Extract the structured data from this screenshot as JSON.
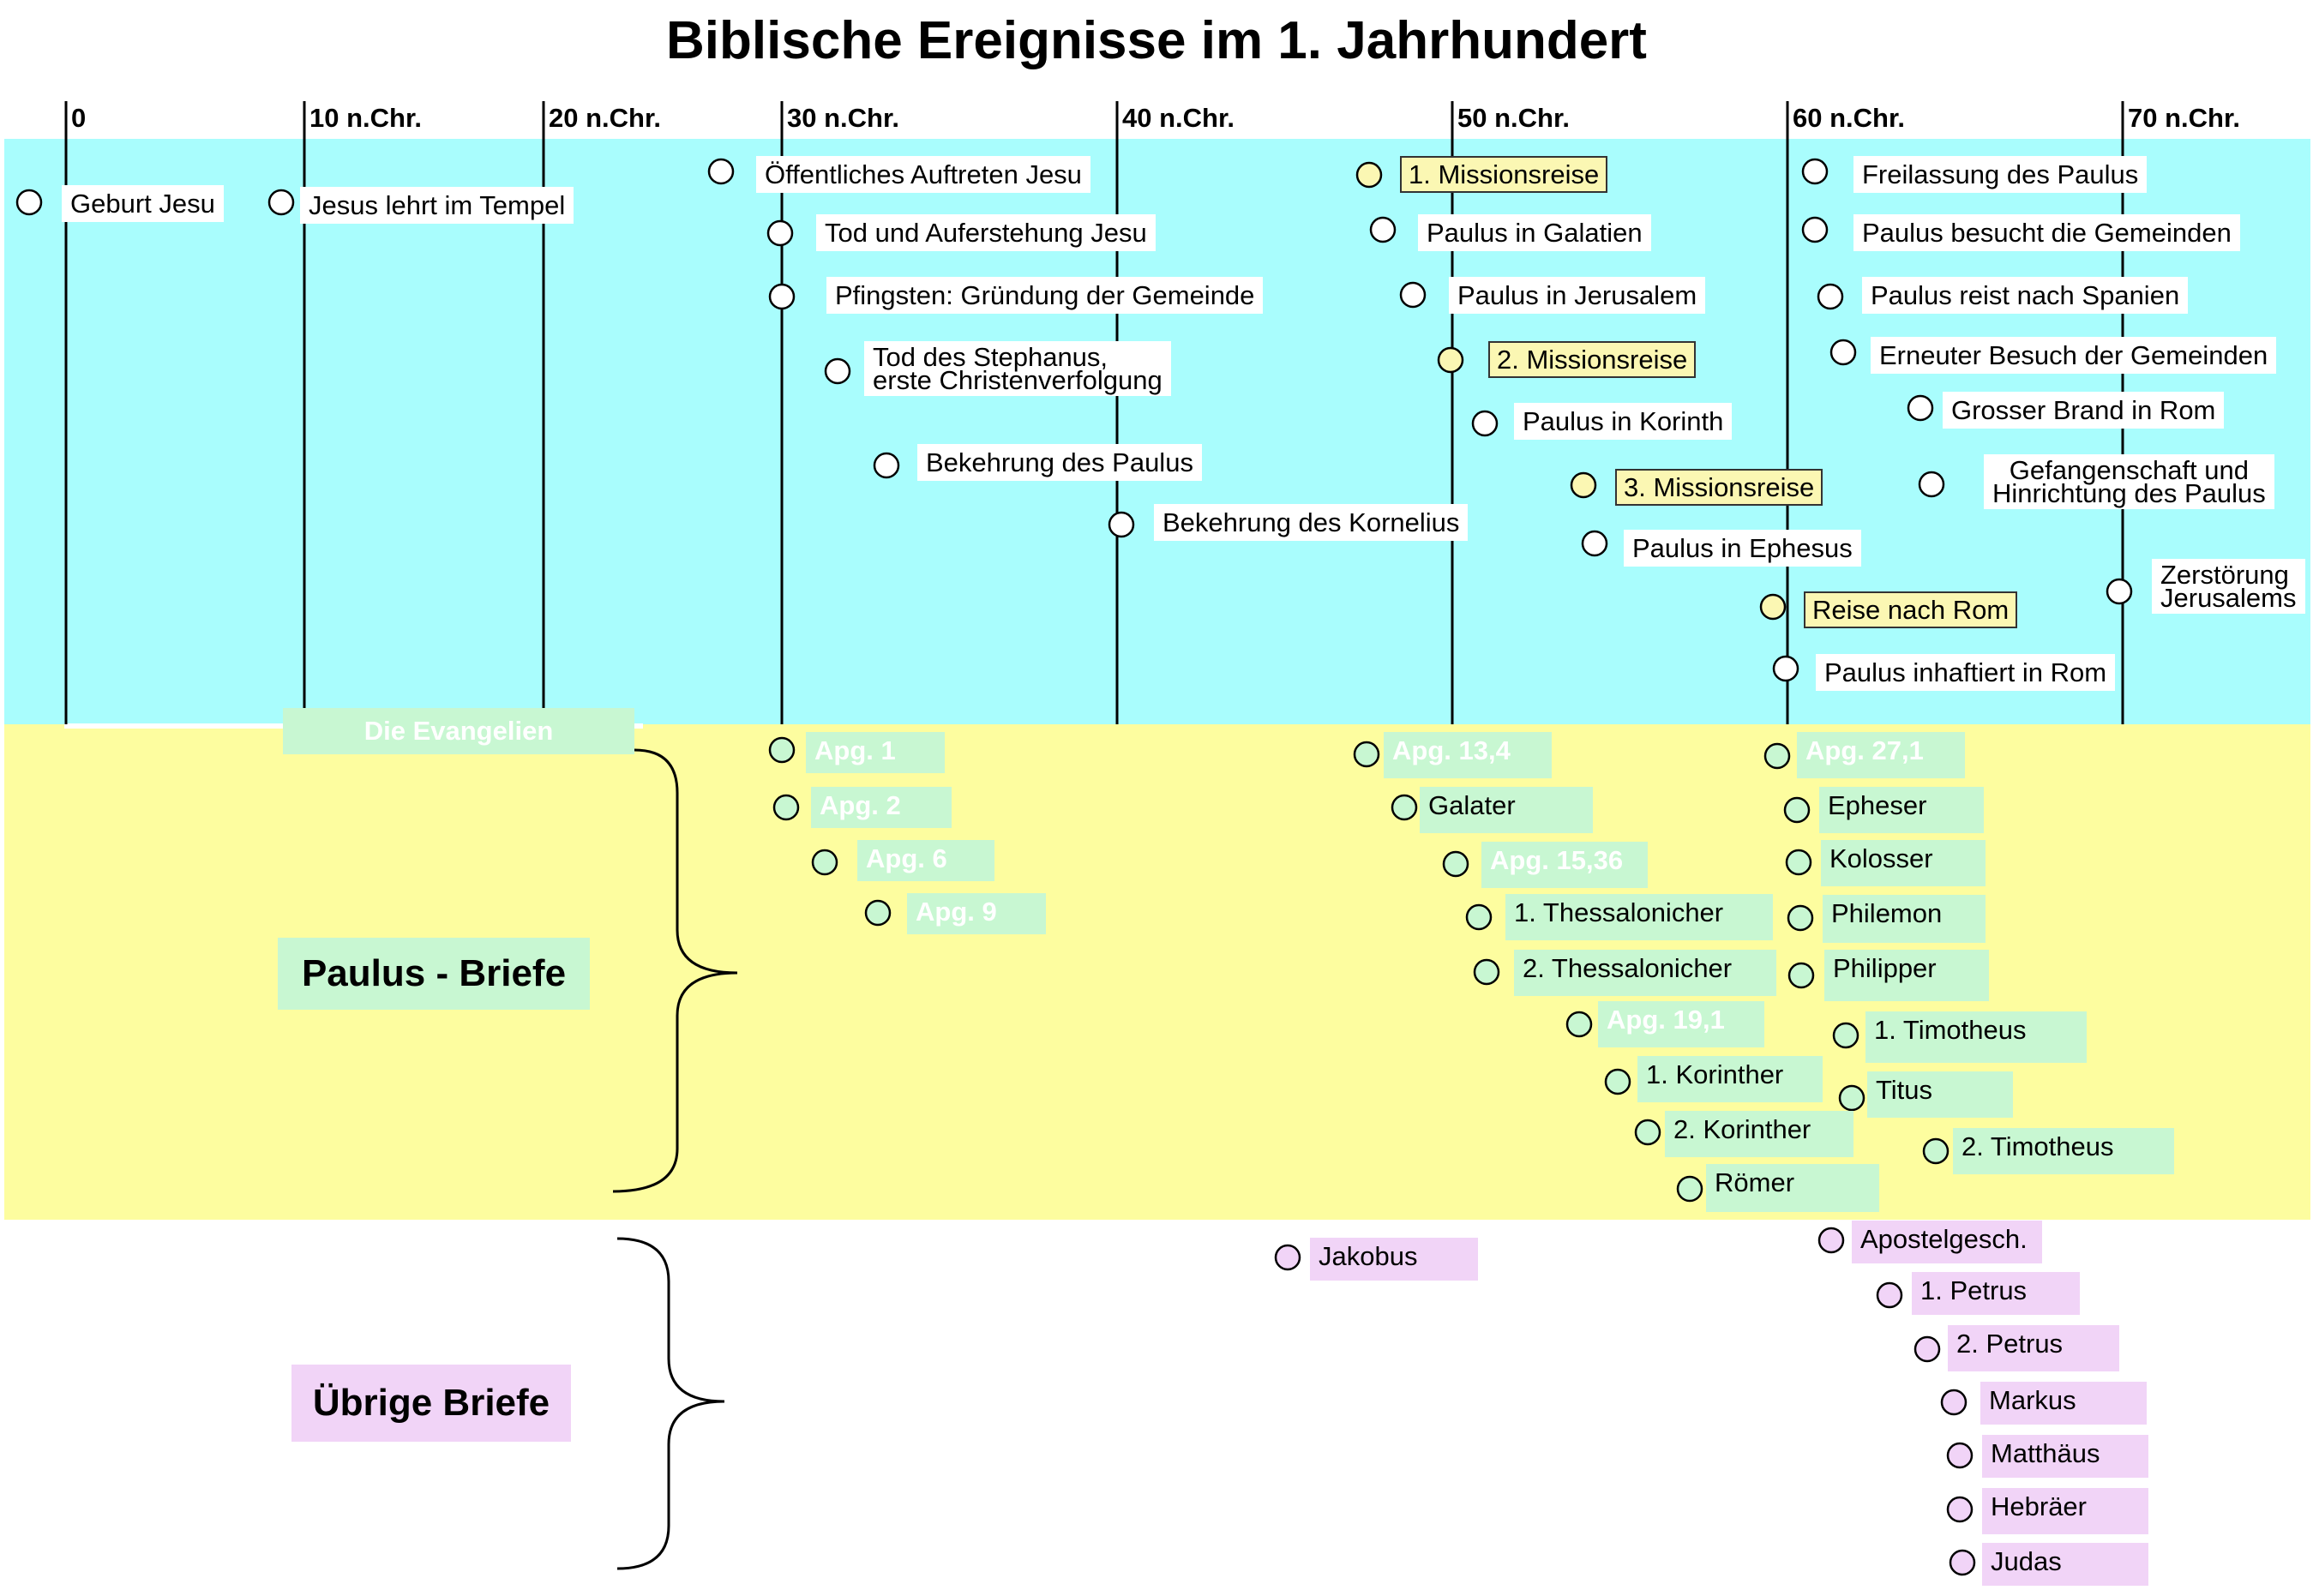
{
  "title": "Biblische Ereignisse im 1. Jahrhundert",
  "ticks": [
    "0",
    "10 n.Chr.",
    "20 n.Chr.",
    "30 n.Chr.",
    "40 n.Chr.",
    "50 n.Chr.",
    "60 n.Chr.",
    "70 n.Chr."
  ],
  "events": [
    {
      "id": "geburt",
      "text": "Geburt Jesu"
    },
    {
      "id": "tempel",
      "text": "Jesus lehrt im Tempel"
    },
    {
      "id": "oeffentlich",
      "text": "Öffentliches Auftreten Jesu"
    },
    {
      "id": "tod",
      "text": "Tod und Auferstehung Jesu"
    },
    {
      "id": "pfingsten",
      "text": "Pfingsten: Gründung der Gemeinde"
    },
    {
      "id": "stephanus",
      "text": "Tod des Stephanus,\nerste Christenverfolgung"
    },
    {
      "id": "bekehrung_paulus",
      "text": "Bekehrung des Paulus"
    },
    {
      "id": "kornelius",
      "text": "Bekehrung des Kornelius"
    },
    {
      "id": "mission1",
      "text": "1. Missionsreise"
    },
    {
      "id": "galatien",
      "text": "Paulus in Galatien"
    },
    {
      "id": "jerusalem",
      "text": "Paulus in Jerusalem"
    },
    {
      "id": "mission2",
      "text": "2. Missionsreise"
    },
    {
      "id": "korinth",
      "text": "Paulus in Korinth"
    },
    {
      "id": "mission3",
      "text": "3. Missionsreise"
    },
    {
      "id": "ephesus",
      "text": "Paulus in Ephesus"
    },
    {
      "id": "rom_reise",
      "text": "Reise nach Rom"
    },
    {
      "id": "inhaftiert",
      "text": "Paulus inhaftiert in Rom"
    },
    {
      "id": "freilassung",
      "text": "Freilassung des Paulus"
    },
    {
      "id": "besucht",
      "text": "Paulus besucht die Gemeinden"
    },
    {
      "id": "spanien",
      "text": "Paulus reist nach Spanien"
    },
    {
      "id": "erneut",
      "text": "Erneuter Besuch der Gemeinden"
    },
    {
      "id": "brand",
      "text": "Grosser Brand in Rom"
    },
    {
      "id": "gefangenschaft",
      "text": "Gefangenschaft und\nHinrichtung des Paulus"
    },
    {
      "id": "zerstoerung",
      "text": "Zerstörung\nJerusalems"
    }
  ],
  "sections": {
    "evangelien": "Die Evangelien",
    "paulus": "Paulus - Briefe",
    "uebrige": "Übrige Briefe"
  },
  "letters": [
    {
      "id": "apg1",
      "text": "Apg. 1"
    },
    {
      "id": "apg2",
      "text": "Apg. 2"
    },
    {
      "id": "apg6",
      "text": "Apg. 6"
    },
    {
      "id": "apg9",
      "text": "Apg. 9"
    },
    {
      "id": "apg13",
      "text": "Apg. 13,4"
    },
    {
      "id": "galater",
      "text": "Galater"
    },
    {
      "id": "apg15",
      "text": "Apg. 15,36"
    },
    {
      "id": "thess1",
      "text": "1. Thessalonicher"
    },
    {
      "id": "thess2",
      "text": "2. Thessalonicher"
    },
    {
      "id": "apg19",
      "text": "Apg. 19,1"
    },
    {
      "id": "kor1",
      "text": "1. Korinther"
    },
    {
      "id": "kor2",
      "text": "2. Korinther"
    },
    {
      "id": "roemer",
      "text": "Römer"
    },
    {
      "id": "apg27",
      "text": "Apg. 27,1"
    },
    {
      "id": "epheser",
      "text": "Epheser"
    },
    {
      "id": "kolosser",
      "text": "Kolosser"
    },
    {
      "id": "philemon",
      "text": "Philemon"
    },
    {
      "id": "philipper",
      "text": "Philipper"
    },
    {
      "id": "tim1",
      "text": "1. Timotheus"
    },
    {
      "id": "titus",
      "text": "Titus"
    },
    {
      "id": "tim2",
      "text": "2. Timotheus"
    }
  ],
  "other_letters": [
    {
      "id": "jakobus",
      "text": "Jakobus"
    },
    {
      "id": "apostelgesch",
      "text": "Apostelgesch."
    },
    {
      "id": "petrus1",
      "text": "1. Petrus"
    },
    {
      "id": "petrus2",
      "text": "2. Petrus"
    },
    {
      "id": "markus",
      "text": "Markus"
    },
    {
      "id": "matthaeus",
      "text": "Matthäus"
    },
    {
      "id": "hebraeer",
      "text": "Hebräer"
    },
    {
      "id": "judas",
      "text": "Judas"
    }
  ],
  "colors": {
    "events_band": "#a9fdfd",
    "letters_band": "#fdfd9f",
    "highlight": "#fbf7b3",
    "letter_box": "#c8f7d2",
    "other_box": "#f1d4f7"
  }
}
